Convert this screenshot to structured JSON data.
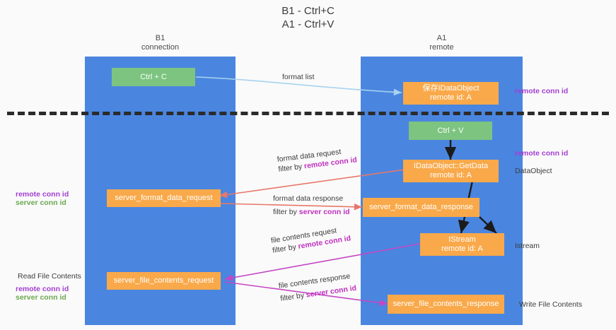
{
  "title": {
    "line1": "B1 - Ctrl+C",
    "line2": "A1 - Ctrl+V"
  },
  "lanes": [
    {
      "id": "b1",
      "name": "B1",
      "role": "connection"
    },
    {
      "id": "a1",
      "name": "A1",
      "role": "remote"
    }
  ],
  "boxes": {
    "ctrl_c": {
      "label": "Ctrl + C",
      "color": "#7cc47f"
    },
    "ctrl_v": {
      "label": "Ctrl + V",
      "color": "#7cc47f"
    },
    "save_idataobject": {
      "line1": "保存IDataObject",
      "line2": "remote id: A",
      "color": "#f9a94a"
    },
    "idataobject_getdata": {
      "line1": "IDataObject::GetData",
      "line2": "remote id: A",
      "color": "#f9a94a"
    },
    "istream": {
      "line1": "IStream",
      "line2": "remote id: A",
      "color": "#f9a94a"
    },
    "server_format_data_request": {
      "label": "server_format_data_request",
      "color": "#f9a94a"
    },
    "server_format_data_response": {
      "label": "server_format_data_response",
      "color": "#f9a94a"
    },
    "server_file_contents_request": {
      "label": "server_file_contents_request",
      "color": "#f9a94a"
    },
    "server_file_contents_response": {
      "label": "server_file_contents_response",
      "color": "#f9a94a"
    }
  },
  "flows": {
    "format_list": {
      "text": "format list"
    },
    "format_data_request": {
      "text": "format data request",
      "filter_prefix": "filter by ",
      "filter_key": "remote conn id"
    },
    "format_data_response": {
      "text": "format data response",
      "filter_prefix": "filter by ",
      "filter_key": "server conn id"
    },
    "file_contents_request": {
      "text": "file contents request",
      "filter_prefix": "filter by ",
      "filter_key": "remote conn id"
    },
    "file_contents_response": {
      "text": "file contents response",
      "filter_prefix": "filter by ",
      "filter_key": "server conn id"
    }
  },
  "annotations": {
    "right_top_remote_conn_id": "remote conn id",
    "right_mid_remote_conn_id": "remote conn id",
    "right_dataobject": "DataObject",
    "right_istream": "Istream",
    "right_write_file_contents": "Write File Contents",
    "left_remote_conn_id_1": "remote conn id",
    "left_server_conn_id_1": "server conn id",
    "left_read_file_contents": "Read File Contents",
    "left_remote_conn_id_2": "remote conn id",
    "left_server_conn_id_2": "server conn id"
  },
  "colors": {
    "lane": "#4a86e0",
    "green_box": "#7cc47f",
    "orange_box": "#f9a94a",
    "purple_label": "#a33fd1",
    "green_label": "#6aa84f",
    "divider": "#2b2b2b",
    "arrow_blue": "#a8d3ef",
    "arrow_red": "#e8776a",
    "arrow_magenta": "#c447c4",
    "arrow_black": "#1b1b1b",
    "background": "#fafafa"
  }
}
